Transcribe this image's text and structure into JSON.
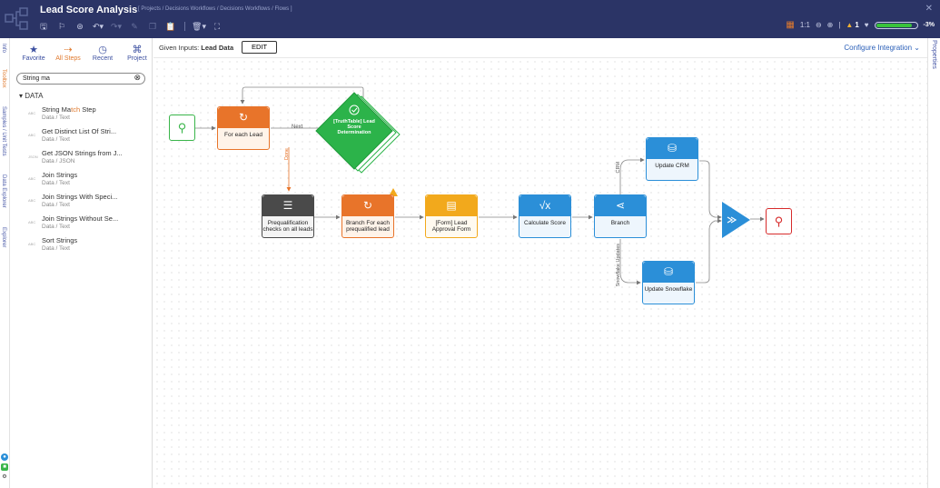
{
  "header": {
    "title": "Lead Score Analysis",
    "breadcrumb": "[ Projects / Decisions Workflows / Decisions Workflows / Flows ]",
    "zoom_ratio": "1:1",
    "warning_count": "1",
    "health_pct": "-3%",
    "health_level": 0.9
  },
  "vtabs": [
    "Info",
    "Toolbox",
    "Samples / Unit Tests",
    "Data Explorer",
    "Explorer"
  ],
  "toolbox": {
    "categories": [
      "Favorite",
      "All Steps",
      "Recent",
      "Project"
    ],
    "search_value": "String ma",
    "group": "DATA",
    "items": [
      {
        "badge": "ABC",
        "pre": "String Ma",
        "hl": "tch",
        "post": " Step",
        "cat": "Data / Text"
      },
      {
        "badge": "ABC",
        "pre": "Get Distinct List Of Stri...",
        "hl": "",
        "post": "",
        "cat": "Data / Text"
      },
      {
        "badge": "JSON",
        "pre": "Get JSON Strings from J...",
        "hl": "",
        "post": "",
        "cat": "Data / JSON"
      },
      {
        "badge": "ABC",
        "pre": "Join Strings",
        "hl": "",
        "post": "",
        "cat": "Data / Text"
      },
      {
        "badge": "ABC",
        "pre": "Join Strings With Speci...",
        "hl": "",
        "post": "",
        "cat": "Data / Text"
      },
      {
        "badge": "ABC",
        "pre": "Join Strings Without Se...",
        "hl": "",
        "post": "",
        "cat": "Data / Text"
      },
      {
        "badge": "ABC",
        "pre": "Sort Strings",
        "hl": "",
        "post": "",
        "cat": "Data / Text"
      }
    ]
  },
  "canvas": {
    "given_inputs_label": "Given Inputs:",
    "given_inputs_value": "Lead Data",
    "edit_label": "EDIT",
    "configure_label": "Configure Integration"
  },
  "right_tab": "Properties",
  "flow": {
    "for_each_lead": "For each Lead",
    "truth_table": "[TruthTable] Lead Score Determination",
    "prequal": "Prequalification checks on all leads",
    "branch_for_each": "Branch For each prequalified lead",
    "form": "[Form] Lead Approval Form",
    "calculate": "Calculate Score",
    "branch": "Branch",
    "update_crm": "Update CRM",
    "update_snowflake": "Update Snowflake",
    "edge_next": "Next",
    "edge_done": "Done",
    "edge_crm": "CRM",
    "edge_snowflake": "Snowflake Updates"
  },
  "colors": {
    "header_bg": "#2b3466",
    "accent_orange": "#e8742a",
    "accent_blue": "#2b8fd8",
    "green": "#39b54a",
    "red": "#d72b2b"
  }
}
